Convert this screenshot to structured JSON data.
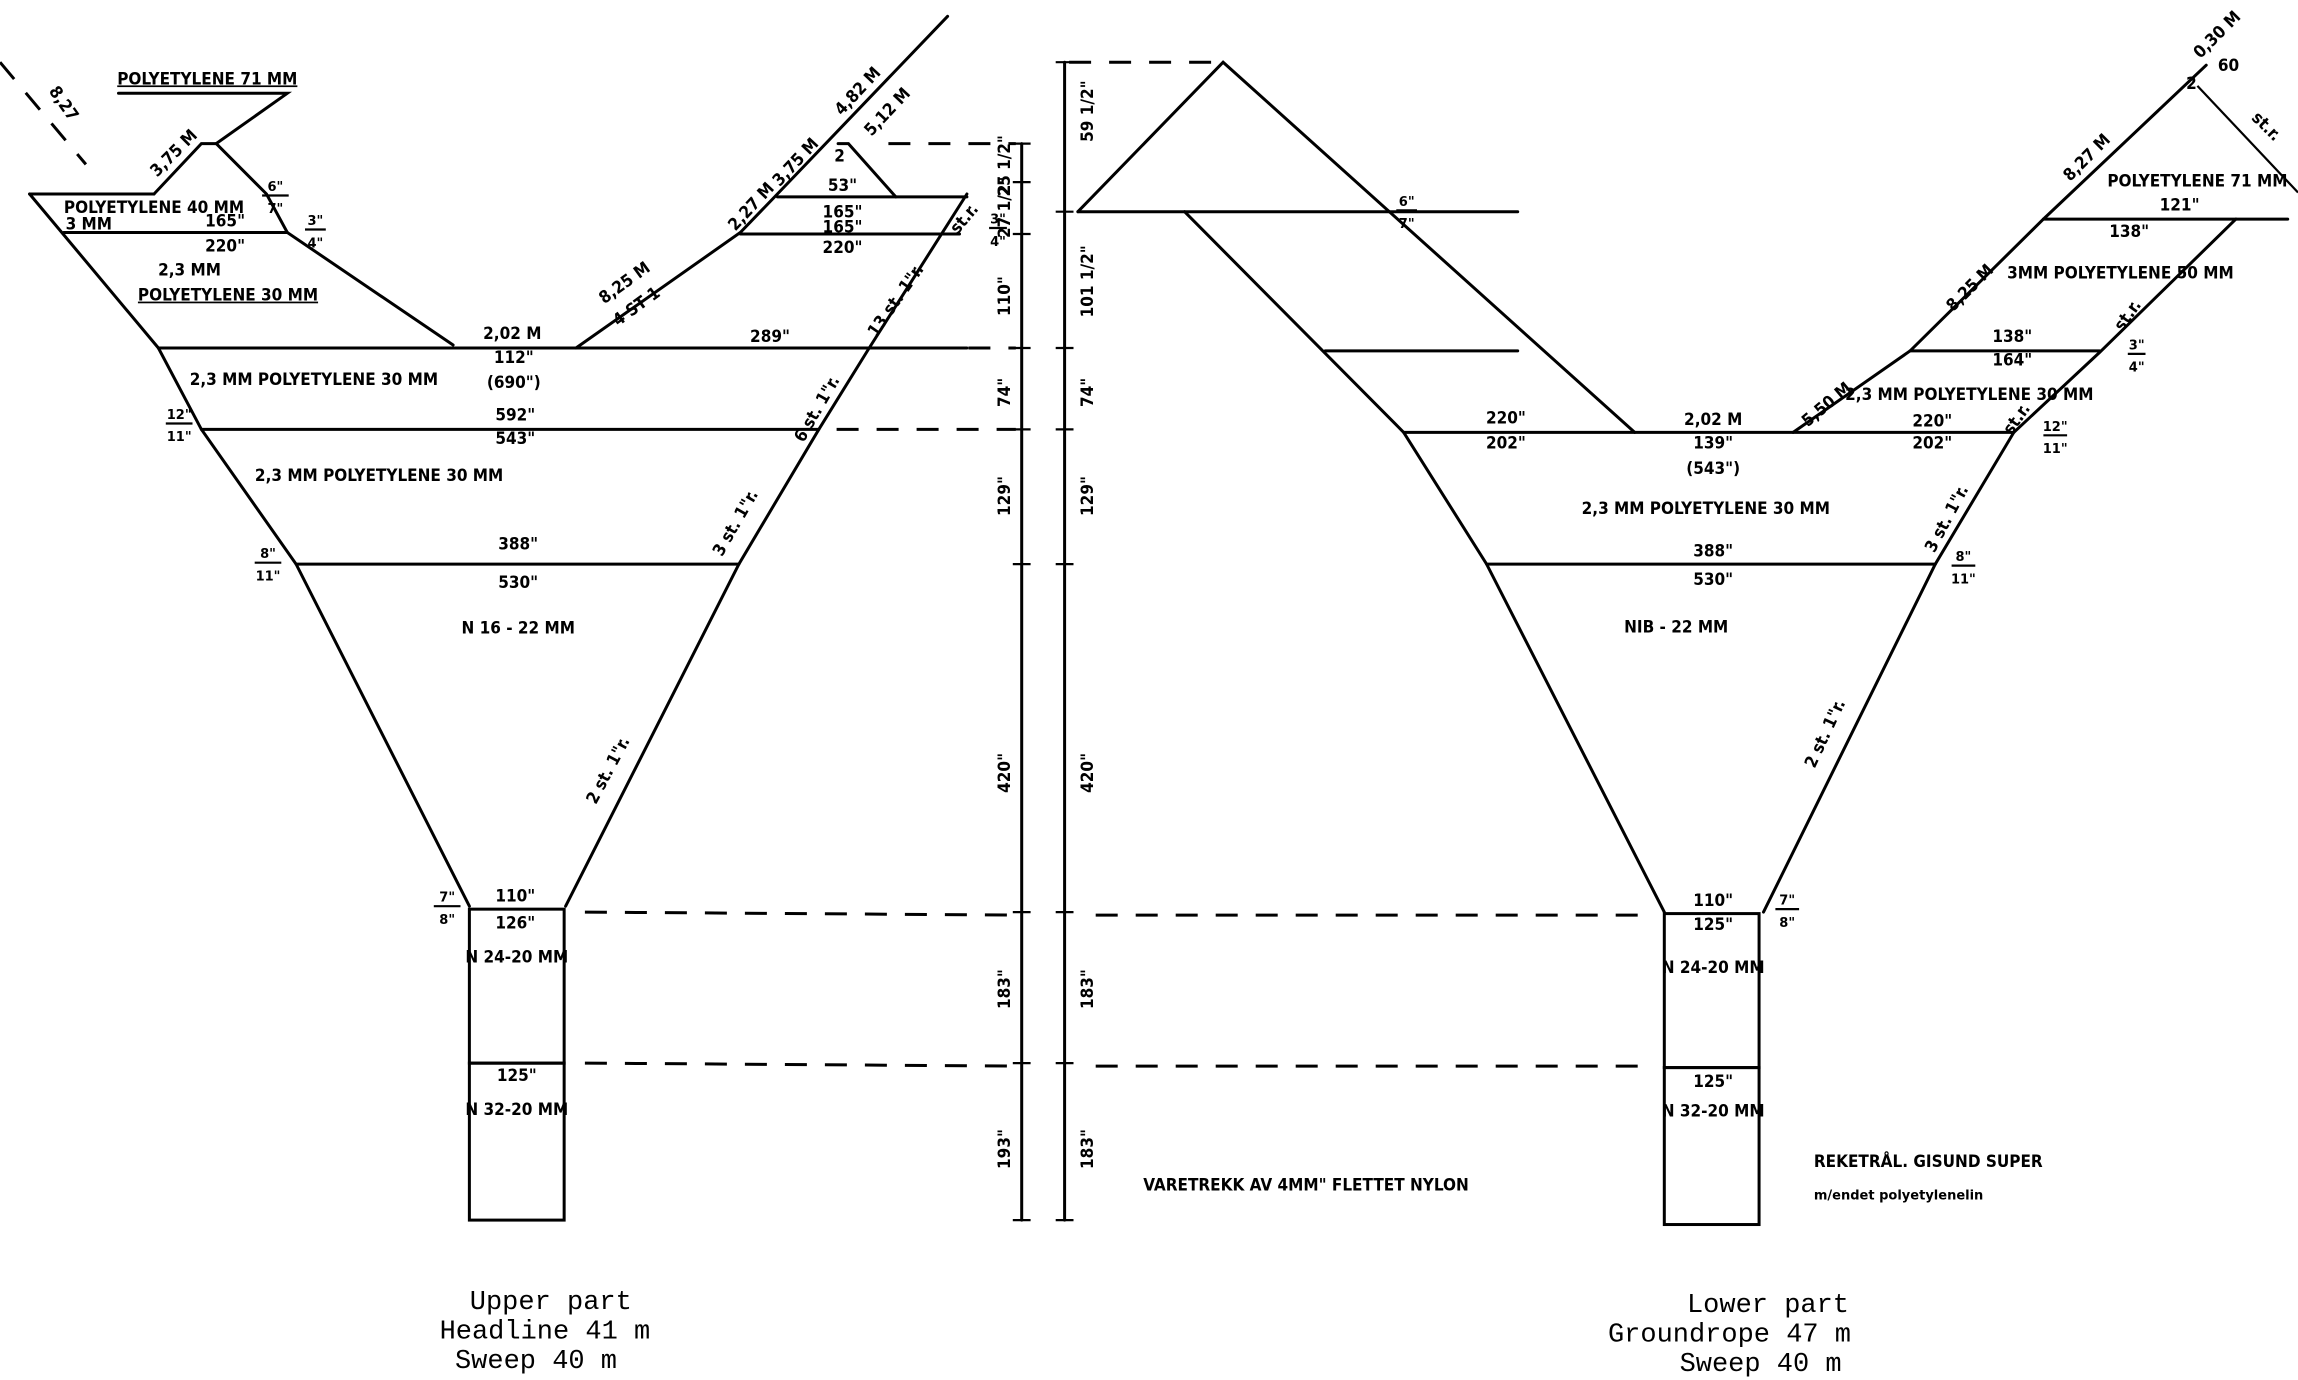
{
  "title": "Reketrål Gisund Super – net drawing",
  "upper": {
    "caption": [
      "Upper part",
      "Headline 41 m",
      "Sweep 40 m"
    ],
    "labels": {
      "poly71": "POLYETYLENE 71 MM",
      "line827": "8,27",
      "l375": "3,75 M",
      "poly40": "POLYETYLENE 40 MM",
      "mm3": "3 MM",
      "n165": "165\"",
      "n220": "220\"",
      "mm23a": "2,3 MM",
      "poly30a": "POLYETYLENE 30 MM",
      "r6_7_top": "6\"",
      "r6_7_bot": "7\"",
      "r3_4_top": "3\"",
      "r3_4_bot": "4\"",
      "m202": "2,02 M",
      "n112": "112\"",
      "n690": "(690\")",
      "row2": "2,3 MM   POLYETYLENE 30 MM",
      "n592": "592\"",
      "n543": "543\"",
      "r12_11_top": "12\"",
      "r12_11_bot": "11\"",
      "row3": "2,3 MM  POLYETYLENE 30 MM",
      "n388": "388\"",
      "n530": "530\"",
      "r8_11_top": "8\"",
      "r8_11_bot": "11\"",
      "n16": "N 16 - 22 MM",
      "n110": "110\"",
      "n126": "126\"",
      "r7_8_top": "7\"",
      "r7_8_bot": "8\"",
      "n24": "N 24-20 MM",
      "n125": "125\"",
      "n32": "N 32-20 MM",
      "m825": "8,25 M",
      "st4": "4 ST 1",
      "m227": "2,27 M",
      "m375b": "3,75 M",
      "m482": "4,82 M",
      "m512": "5,12 M",
      "two": "2",
      "n53": "53\"",
      "n165b": "165\"",
      "n165c": "165\"",
      "n220b": "220\"",
      "n289": "289\"",
      "str": "st.r.",
      "r3_4b_top": "3\"",
      "r3_4b_bot": "4\"",
      "st13": "13 st. 1\"r.",
      "st6": "6 st. 1\"r.",
      "st3": "3 st. 1\"r.",
      "st2": "2 st. 1\"r."
    }
  },
  "dimensions": {
    "left": [
      "25 1/2\"",
      "27 1/2\"",
      "110\"",
      "74\"",
      "129\"",
      "420\"",
      "183\"",
      "193\""
    ],
    "right": [
      "59 1/2\"",
      "101 1/2\"",
      "74\"",
      "129\"",
      "420\"",
      "183\"",
      "183\""
    ]
  },
  "lower": {
    "caption": [
      "Lower part",
      "Groundrope 47 m",
      "Sweep 40 m"
    ],
    "labels": {
      "r6_7_top": "6\"",
      "r6_7_bot": "7\"",
      "n220": "220\"",
      "n202": "202\"",
      "m202": "2,02 M",
      "n139": "139\"",
      "n543": "(543\")",
      "n220b": "220\"",
      "n202b": "202\"",
      "r12_11_top": "12\"",
      "r12_11_bot": "11\"",
      "row1": "2,3 MM  POLYETYLENE 30 MM",
      "n388": "388\"",
      "n530": "530\"",
      "r8_11_top": "8\"",
      "r8_11_bot": "11\"",
      "nib": "NIB - 22 MM",
      "n110": "110\"",
      "n125": "125\"",
      "r7_8_top": "7\"",
      "r7_8_bot": "8\"",
      "n24": "N 24-20 MM",
      "n125b": "125\"",
      "n32": "N 32-20 MM",
      "m550": "5,50 M",
      "m825": "8,25 M",
      "m827": "8,27 M",
      "m030": "0,30 M",
      "n60": "60",
      "two": "2",
      "str": "st.r.",
      "poly71": "POLYETYLENE 71 MM",
      "n121": "121\"",
      "n138": "138\"",
      "poly50": "3MM POLYETYLENE 50 MM",
      "n138b": "138\"",
      "n164": "164\"",
      "r3_4_top": "3\"",
      "r3_4_bot": "4\"",
      "row0": "2,3 MM POLYETYLENE 30 MM",
      "str2": "st.r.",
      "st3": "3 st. 1\"r.",
      "st2": "2 st. 1\"r."
    }
  },
  "notes": {
    "varetrekk": "VARETREKK AV 4MM\" FLETTET NYLON",
    "title1": "REKETRÅL. GISUND SUPER",
    "title2": "m/endet polyetylenelin"
  }
}
